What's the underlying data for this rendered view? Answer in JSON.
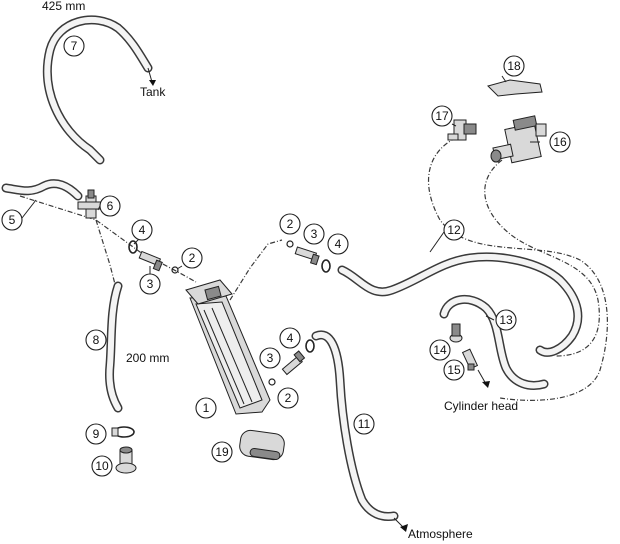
{
  "labels": {
    "tank": "Tank",
    "hose_len_7": "425 mm",
    "hose_len_8": "200 mm",
    "cylinder_head": "Cylinder head",
    "atmosphere": "Atmosphere"
  },
  "callouts": [
    "1",
    "2",
    "3",
    "4",
    "5",
    "6",
    "7",
    "8",
    "9",
    "10",
    "11",
    "12",
    "13",
    "14",
    "15",
    "16",
    "17",
    "18",
    "19"
  ]
}
